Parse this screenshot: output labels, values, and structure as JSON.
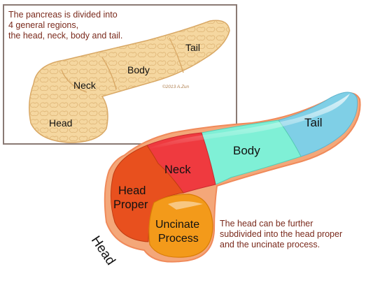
{
  "top_caption": "The pancreas is divided into\n4 general regions,\nthe head, neck, body and tail.",
  "bottom_caption": "The head can be further\nsubdivided into the head proper\nand the uncinate process.",
  "copyright": "©2013 A.Zun",
  "top_labels": {
    "head": "Head",
    "neck": "Neck",
    "body": "Body",
    "tail": "Tail"
  },
  "bottom_labels": {
    "head_proper_line1": "Head",
    "head_proper_line2": "Proper",
    "neck": "Neck",
    "body": "Body",
    "tail": "Tail",
    "uncinate_line1": "Uncinate",
    "uncinate_line2": "Process",
    "head_side": "Head"
  },
  "colors": {
    "caption": "#7a2a1c",
    "frame": "#8a7a74",
    "top_pancreas": "#f5d7a0",
    "head_proper": "#e8501e",
    "neck": "#ef3a3f",
    "body": "#7ff0d6",
    "tail": "#7fcfe6",
    "uncinate": "#f39a1a"
  }
}
